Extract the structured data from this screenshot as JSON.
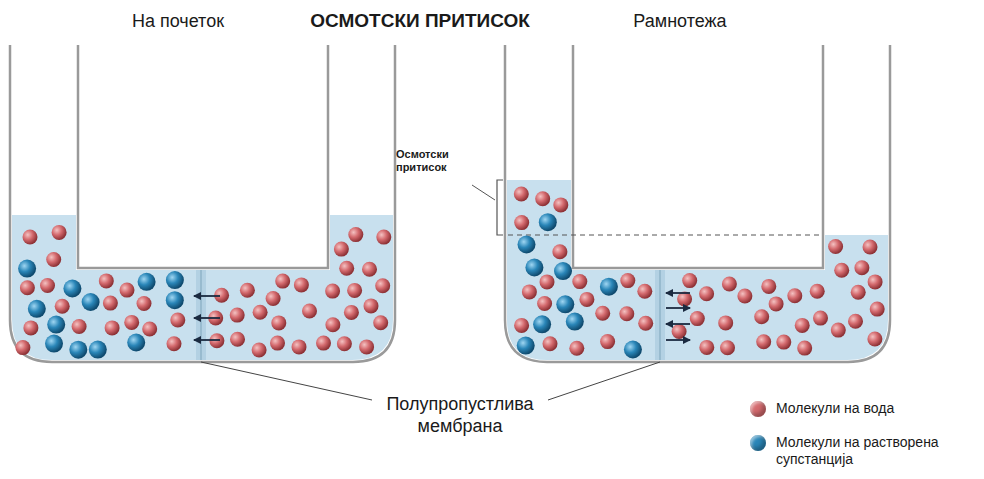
{
  "diagram": {
    "title": "ОСМОТСКИ ПРИТИСОК",
    "labels": [
      "На почеток",
      "Рамнотежа",
      "Осмотски притисок",
      "Полупропустлива мембрана"
    ],
    "legend": [
      {
        "text": "Молекули на вода",
        "color": "#d46a6e"
      },
      {
        "text": "Молекули на растворена супстанција",
        "color": "#2a86b8"
      }
    ]
  }
}
